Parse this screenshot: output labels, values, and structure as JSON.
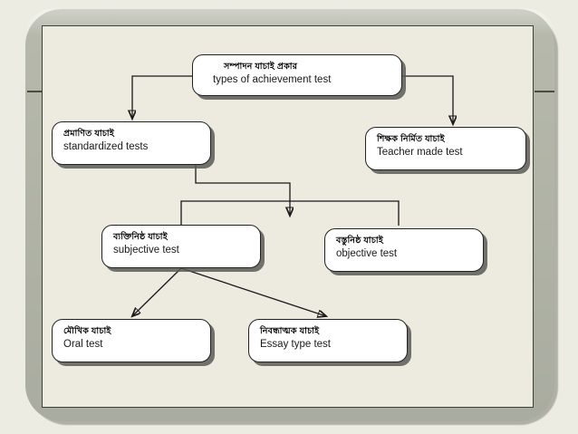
{
  "diagram": {
    "type": "flowchart",
    "title_node": {
      "bengali": "সম্পাদন যাচাই প্রকার",
      "english": "types of achievement test"
    },
    "nodes": [
      {
        "id": "root",
        "bengali": "সম্পাদন যাচাই প্রকার",
        "english": "types of achievement test",
        "level": 0
      },
      {
        "id": "std",
        "bengali": "প্রমাণিত যাচাই",
        "english": "standardized tests",
        "level": 1
      },
      {
        "id": "tmt",
        "bengali": "শিক্ষক নির্মিত যাচাই",
        "english": "Teacher made  test",
        "level": 1
      },
      {
        "id": "subj",
        "bengali": "ব্যক্তিনিষ্ঠ যাচাই",
        "english": "subjective test",
        "level": 2
      },
      {
        "id": "obj",
        "bengali": "বস্তুনিষ্ঠ যাচাই",
        "english": "objective test",
        "level": 2
      },
      {
        "id": "oral",
        "bengali": "মৌখিক যাচাই",
        "english": "Oral test",
        "level": 3
      },
      {
        "id": "essay",
        "bengali": "নিবন্ধাত্মক যাচাই",
        "english": "Essay type test",
        "level": 3
      }
    ],
    "edges": [
      {
        "from": "root",
        "to": "std",
        "style": "elbow-arrow"
      },
      {
        "from": "root",
        "to": "tmt",
        "style": "elbow-arrow"
      },
      {
        "from": "std",
        "to": "split",
        "style": "elbow-arrow"
      },
      {
        "from": "split",
        "to": "subj",
        "style": "elbow"
      },
      {
        "from": "split",
        "to": "obj",
        "style": "elbow"
      },
      {
        "from": "subj",
        "to": "oral",
        "style": "diagonal-arrow"
      },
      {
        "from": "subj",
        "to": "essay",
        "style": "diagonal-arrow"
      }
    ],
    "colors": {
      "slide_background": "#edece2",
      "frame": "#b0b3a5",
      "panel": "#edeae0",
      "node_fill": "#ffffff",
      "node_border": "#222222",
      "node_shadow": "#5a5a55",
      "connector": "#1a1a1a",
      "text": "#1a1a1a"
    }
  }
}
